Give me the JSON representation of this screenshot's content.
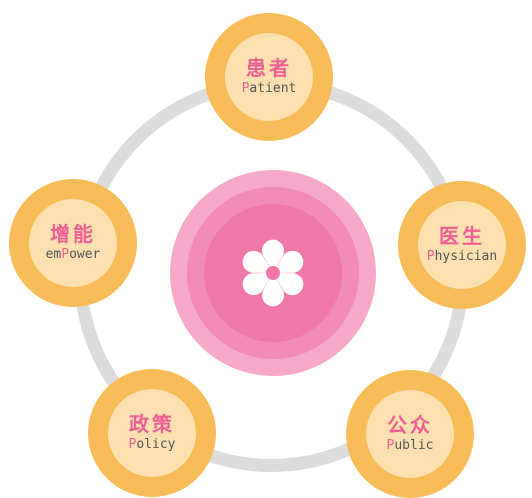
{
  "accent_color": "#f7bb58",
  "center_color": "#f078a8",
  "ring_color": "#dcdcdc",
  "center": {
    "icon": "flower-petals-icon"
  },
  "nodes": [
    {
      "id": "patient",
      "cn": "患者",
      "en_pre": "",
      "en_hl": "P",
      "en_post": "atient"
    },
    {
      "id": "physician",
      "cn": "医生",
      "en_pre": "",
      "en_hl": "P",
      "en_post": "hysician"
    },
    {
      "id": "public",
      "cn": "公众",
      "en_pre": "",
      "en_hl": "P",
      "en_post": "ublic"
    },
    {
      "id": "policy",
      "cn": "政策",
      "en_pre": "",
      "en_hl": "P",
      "en_post": "olicy"
    },
    {
      "id": "empower",
      "cn": "增能",
      "en_pre": "em",
      "en_hl": "P",
      "en_post": "ower"
    }
  ]
}
